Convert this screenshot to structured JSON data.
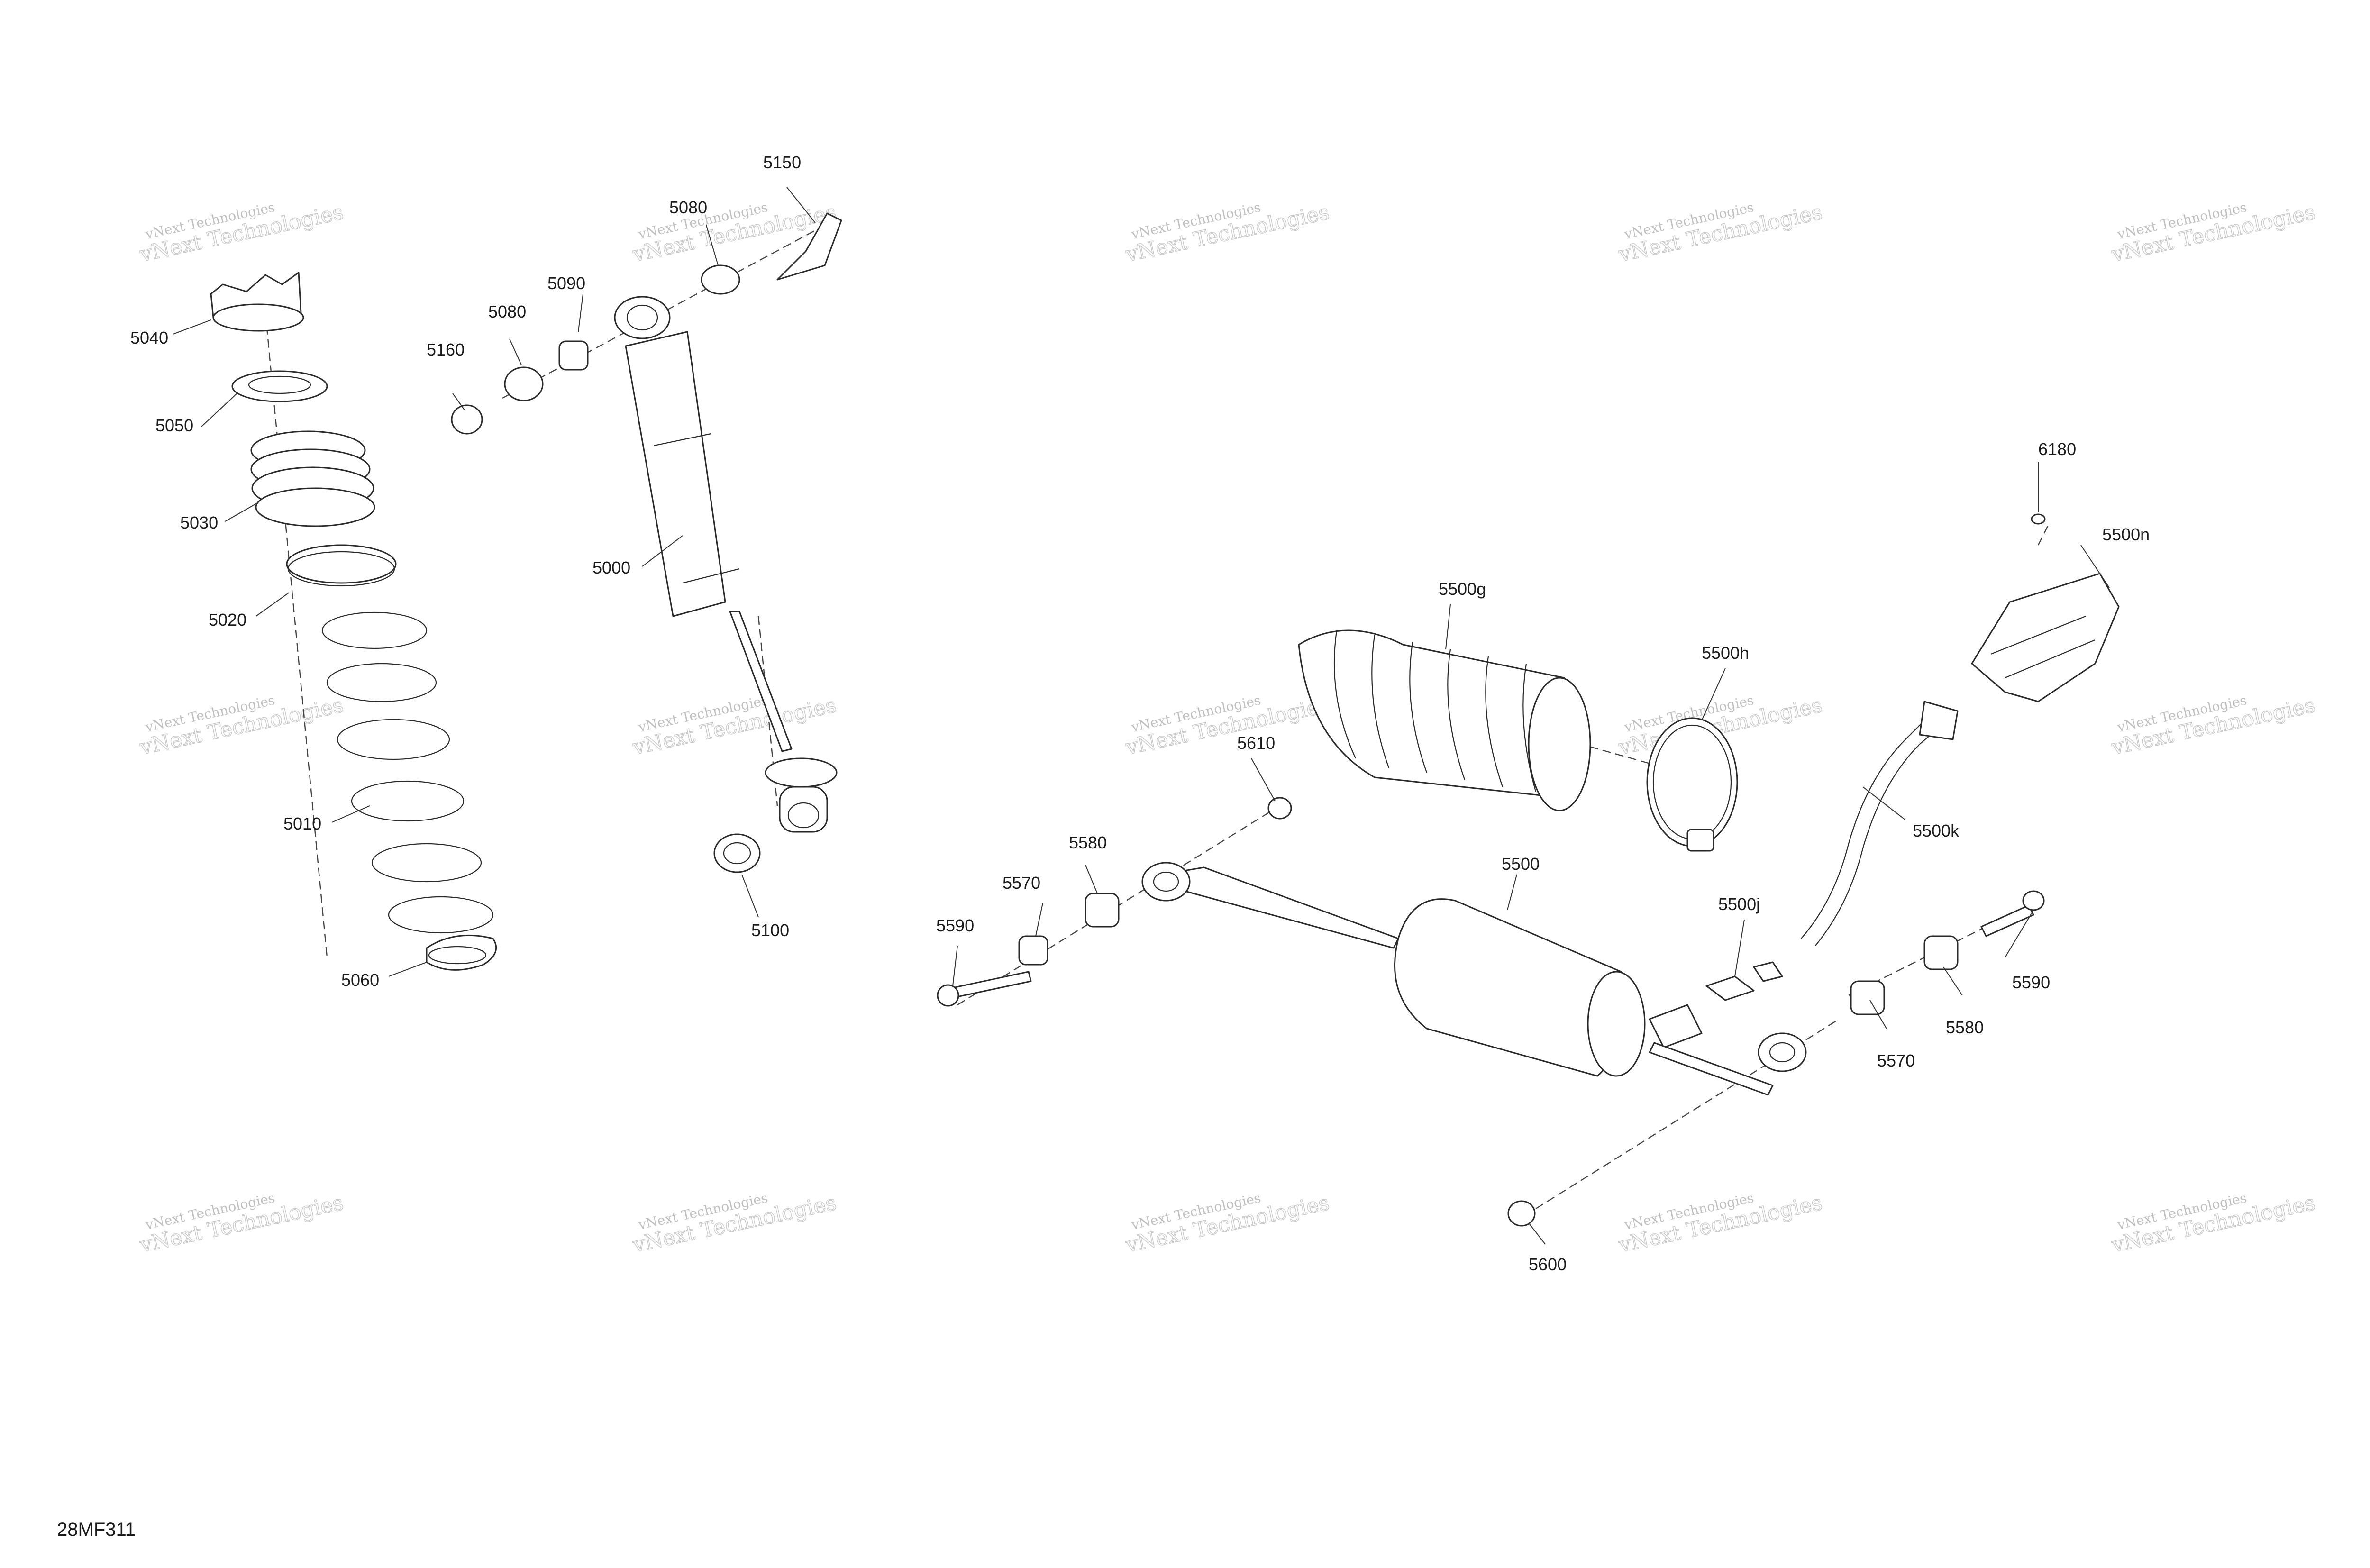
{
  "figure_code": "28MF311",
  "watermark": {
    "line1": "vNext Technologies",
    "line2": "vNext Technologies"
  },
  "callouts": {
    "p5040": "5040",
    "p5050": "5050",
    "p5030": "5030",
    "p5020": "5020",
    "p5010": "5010",
    "p5060": "5060",
    "p5000": "5000",
    "p5080a": "5080",
    "p5080b": "5080",
    "p5090": "5090",
    "p5150": "5150",
    "p5160": "5160",
    "p5100": "5100",
    "p5500": "5500",
    "p5500g": "5500g",
    "p5500h": "5500h",
    "p5500j": "5500j",
    "p5500k": "5500k",
    "p5500n": "5500n",
    "p6180": "6180",
    "p5610": "5610",
    "p5580a": "5580",
    "p5570a": "5570",
    "p5590a": "5590",
    "p5590b": "5590",
    "p5580b": "5580",
    "p5570b": "5570",
    "p5600": "5600"
  }
}
